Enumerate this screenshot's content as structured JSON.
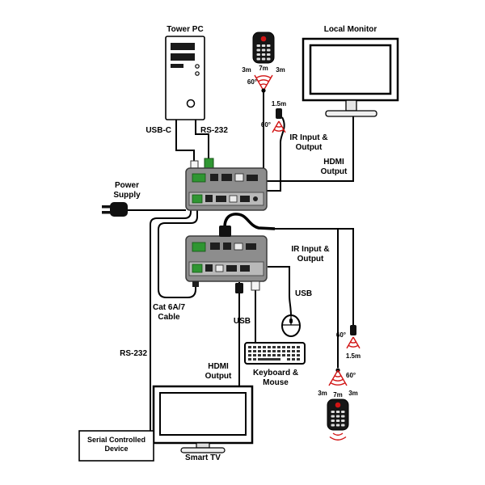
{
  "labels": {
    "tower_pc": "Tower PC",
    "local_monitor": "Local Monitor",
    "usb_c": "USB-C",
    "rs232_top": "RS-232",
    "ir_io_top": "IR Input &\nOutput",
    "hdmi_output_top": "HDMI\nOutput",
    "power_supply": "Power\nSupply",
    "ir_io_mid": "IR Input &\nOutput",
    "cat_cable": "Cat 6A/7\nCable",
    "usb_mouse": "USB",
    "usb_keyboard": "USB",
    "rs232_bottom": "RS-232",
    "hdmi_output_bottom": "HDMI\nOutput",
    "keyboard_mouse": "Keyboard &\nMouse",
    "smart_tv": "Smart TV",
    "serial_device": "Serial Controlled\nDevice"
  },
  "measurements": {
    "near": "3m",
    "mid": "7m",
    "far": "3m",
    "angle": "60°",
    "emitter_range": "1.5m"
  },
  "colors": {
    "ir_red": "#d11414",
    "pcb_green": "#2f9632",
    "device_gray": "#8d8d8d",
    "line_black": "#000000"
  }
}
